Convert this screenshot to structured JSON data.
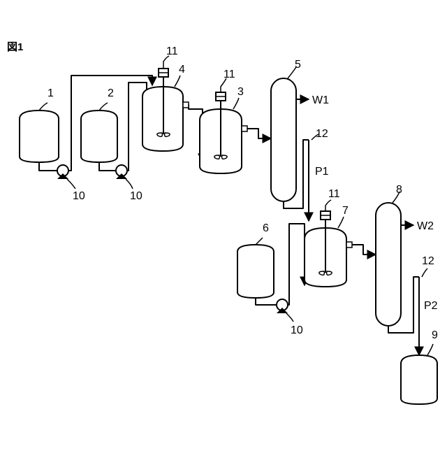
{
  "figure": {
    "label": "図1"
  },
  "units": {
    "tank1": "1",
    "tank2": "2",
    "reactor3": "3",
    "reactor4": "4",
    "column5": "5",
    "tank6": "6",
    "reactor7": "7",
    "column8": "8",
    "tank9": "9"
  },
  "pumps": {
    "label": "10"
  },
  "stirrers": {
    "label": "11"
  },
  "lines": {
    "label": "12"
  },
  "streams": {
    "w1": "W1",
    "w2": "W2",
    "p1": "P1",
    "p2": "P2"
  },
  "colors": {
    "line": "#000000",
    "background": "#ffffff"
  }
}
